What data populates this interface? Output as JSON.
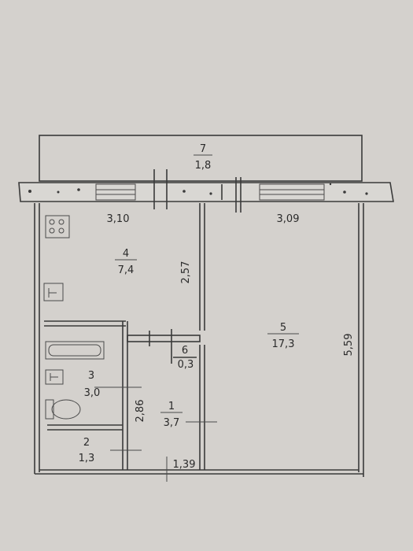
{
  "rooms": {
    "r1": {
      "number": "1",
      "area": "3,7"
    },
    "r2": {
      "number": "2",
      "area": "1,3"
    },
    "r3": {
      "number": "3",
      "area": "3,0"
    },
    "r4": {
      "number": "4",
      "area": "7,4"
    },
    "r5": {
      "number": "5",
      "area": "17,3"
    },
    "r6": {
      "number": "6",
      "area": "0,3"
    },
    "r7": {
      "number": "7",
      "area": "1,8"
    }
  },
  "dimensions": {
    "kitchen_width": "3,10",
    "room_width": "3,09",
    "kitchen_depth": "2,57",
    "room_depth": "5,59",
    "corridor_depth": "2,86",
    "corridor_width": "1,39"
  }
}
